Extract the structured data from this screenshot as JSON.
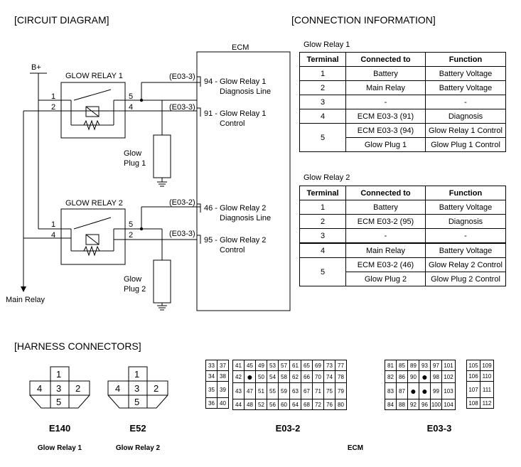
{
  "headings": {
    "circuit": "[CIRCUIT DIAGRAM]",
    "connection": "[CONNECTION INFORMATION]",
    "harness": "[HARNESS CONNECTORS]"
  },
  "circuit": {
    "b_plus": "B+",
    "ecm": "ECM",
    "relay1": "GLOW RELAY 1",
    "relay2": "GLOW RELAY 2",
    "plug1": [
      "Glow",
      "Plug 1"
    ],
    "plug2": [
      "Glow",
      "Plug 2"
    ],
    "main_relay": "Main Relay",
    "r1_pins": [
      "1",
      "2",
      "5",
      "4"
    ],
    "r2_pins": [
      "1",
      "4",
      "5",
      "2"
    ],
    "conn_r1_top": "(E03-3)",
    "conn_r1_bot": "(E03-3)",
    "conn_r2_top": "(E03-2)",
    "conn_r2_bot": "(E03-3)",
    "ecm_94": [
      "94 - Glow Relay 1",
      "Diagnosis Line"
    ],
    "ecm_91": [
      "91 - Glow Relay 1",
      "Control"
    ],
    "ecm_46": [
      "46 - Glow Relay 2",
      "Diagnosis Line"
    ],
    "ecm_95": [
      "95 - Glow Relay 2",
      "Control"
    ]
  },
  "table1": {
    "title": "Glow Relay 1",
    "headers": [
      "Terminal",
      "Connected to",
      "Function"
    ],
    "rows": [
      [
        "1",
        "Battery",
        "Battery Voltage"
      ],
      [
        "2",
        "Main Relay",
        "Battery Voltage"
      ],
      [
        "3",
        "-",
        "-"
      ],
      [
        "4",
        "ECM E03-3 (91)",
        "Diagnosis"
      ],
      [
        "5",
        "ECM E03-3 (94)",
        "Glow Relay 1 Control"
      ],
      [
        "",
        "Glow Plug 1",
        "Glow Plug 1 Control"
      ]
    ]
  },
  "table2": {
    "title": "Glow Relay 2",
    "headers": [
      "Terminal",
      "Connected to",
      "Function"
    ],
    "rows": [
      [
        "1",
        "Battery",
        "Battery Voltage"
      ],
      [
        "2",
        "ECM E03-2 (95)",
        "Diagnosis"
      ],
      [
        "3",
        "-",
        "-"
      ],
      [
        "4",
        "Main Relay",
        "Battery Voltage"
      ],
      [
        "5",
        "ECM E03-2 (46)",
        "Glow Relay 2 Control"
      ],
      [
        "",
        "Glow Plug 2",
        "Glow Plug 2 Control"
      ]
    ]
  },
  "connectors": {
    "e140": {
      "name": "E140",
      "desc": "Glow Relay 1",
      "pins": [
        "1",
        "4",
        "3",
        "2",
        "5"
      ]
    },
    "e52": {
      "name": "E52",
      "desc": "Glow Relay 2",
      "pins": [
        "1",
        "4",
        "3",
        "2",
        "5"
      ]
    },
    "e032": {
      "name": "E03-2",
      "left": [
        [
          "33",
          "37"
        ],
        [
          "34",
          "38"
        ],
        [
          "35",
          "39"
        ],
        [
          "36",
          "40"
        ]
      ],
      "rows": [
        [
          "41",
          "45",
          "49",
          "53",
          "57",
          "61",
          "65",
          "69",
          "73",
          "77"
        ],
        [
          "42",
          "●",
          "50",
          "54",
          "58",
          "62",
          "66",
          "70",
          "74",
          "78"
        ],
        [
          "43",
          "47",
          "51",
          "55",
          "59",
          "63",
          "67",
          "71",
          "75",
          "79"
        ],
        [
          "44",
          "48",
          "52",
          "56",
          "60",
          "64",
          "68",
          "72",
          "76",
          "80"
        ]
      ]
    },
    "e033": {
      "name": "E03-3",
      "rows": [
        [
          "81",
          "85",
          "89",
          "93",
          "97",
          "101"
        ],
        [
          "82",
          "86",
          "90",
          "●",
          "98",
          "102"
        ],
        [
          "83",
          "87",
          "●",
          "●",
          "99",
          "103"
        ],
        [
          "84",
          "88",
          "92",
          "96",
          "100",
          "104"
        ]
      ],
      "right": [
        [
          "105",
          "109"
        ],
        [
          "106",
          "110"
        ],
        [
          "107",
          "111"
        ],
        [
          "108",
          "112"
        ]
      ]
    },
    "ecm_label": "ECM"
  }
}
